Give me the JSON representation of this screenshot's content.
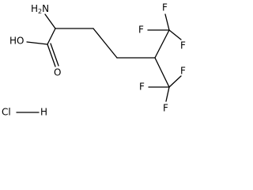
{
  "labels": {
    "amine": "H2N",
    "acid_hydroxyl": "HO",
    "acid_oxygen": "O",
    "fluorines": [
      "F",
      "F",
      "F",
      "F",
      "F",
      "F"
    ],
    "chloride": "Cl",
    "hydrogen": "H"
  }
}
